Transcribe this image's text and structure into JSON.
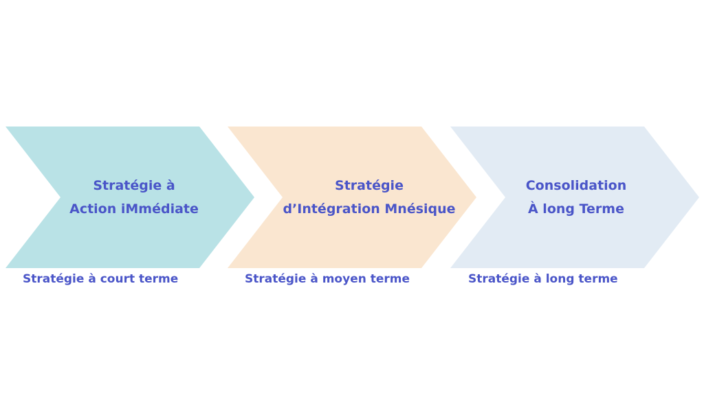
{
  "steps": [
    {
      "title_line1": "Stratégie à",
      "title_line2": "Action iMmédiate",
      "caption": "Stratégie à court terme",
      "color": "#b9e2e6"
    },
    {
      "title_line1": "Stratégie",
      "title_line2": "d’Intégration Mnésique",
      "caption": "Stratégie à moyen terme",
      "color": "#fae6d0"
    },
    {
      "title_line1": "Consolidation",
      "title_line2": "À long Terme",
      "caption": "Stratégie à long terme",
      "color": "#e2ebf4"
    }
  ],
  "text_color": "#4a55c8",
  "background": "#ffffff"
}
